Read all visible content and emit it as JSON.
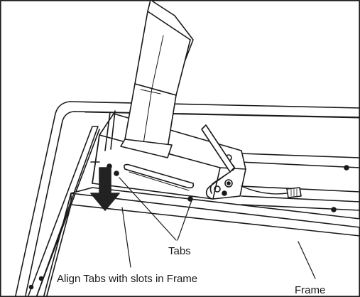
{
  "figure": {
    "callouts": {
      "tabs": "Tabs",
      "align_instruction": "Align Tabs with slots in Frame",
      "frame": "Frame"
    },
    "colors": {
      "background": "#ffffff",
      "line": "#1a1a1a",
      "fill_light": "#e6e6e6",
      "fill_dark": "#222222"
    },
    "icons": [
      "down-arrow-icon"
    ]
  }
}
